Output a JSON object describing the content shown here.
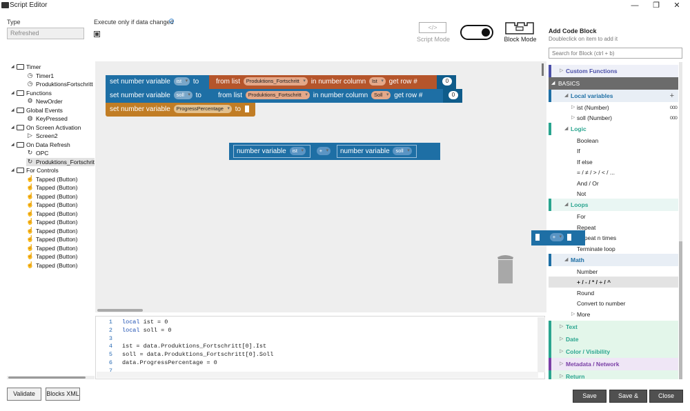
{
  "window": {
    "title": "Script Editor",
    "minimize": "—",
    "restore": "❐",
    "close": "✕"
  },
  "type": {
    "label": "Type",
    "value": "Refreshed"
  },
  "execute": {
    "label": "Execute only if data changed",
    "info_icon": "info-icon",
    "checked": true
  },
  "modes": {
    "script_mode_label": "Script Mode",
    "script_mode_icon": "</>",
    "block_mode_label": "Block Mode",
    "toggle_on": true
  },
  "palette": {
    "title": "Add Code Block",
    "subtitle": "Doubleclick on item to add it",
    "search_placeholder": "Search for Block (ctrl + b)",
    "rows": [
      {
        "label": "Custom Functions",
        "kind": "cat",
        "color": "#4a4fa8",
        "bg": "#eef0f8"
      },
      {
        "label": "BASICS",
        "kind": "section"
      },
      {
        "label": "Local variables",
        "kind": "sub",
        "color": "#1e6fa5",
        "bg": "#e8eef5",
        "add": "+"
      },
      {
        "label": "ist (Number)",
        "kind": "var"
      },
      {
        "label": "soll (Number)",
        "kind": "var"
      },
      {
        "label": "Logic",
        "kind": "sub",
        "color": "#2aa58f",
        "bg": "#ffffff"
      },
      {
        "label": "Boolean",
        "kind": "item"
      },
      {
        "label": "If",
        "kind": "item"
      },
      {
        "label": "If else",
        "kind": "item"
      },
      {
        "label": "= / ≠ / > / < / ...",
        "kind": "item"
      },
      {
        "label": "And / Or",
        "kind": "item"
      },
      {
        "label": "Not",
        "kind": "item"
      },
      {
        "label": "Loops",
        "kind": "sub",
        "color": "#2aa58f",
        "bg": "#e9f6f3"
      },
      {
        "label": "For",
        "kind": "item"
      },
      {
        "label": "Repeat",
        "kind": "item"
      },
      {
        "label": "Repeat n times",
        "kind": "item"
      },
      {
        "label": "Terminate loop",
        "kind": "item"
      },
      {
        "label": "Math",
        "kind": "sub",
        "color": "#1e6fa5",
        "bg": "#e8eef5"
      },
      {
        "label": "Number",
        "kind": "item"
      },
      {
        "label": "+ / - / * / ÷ / ^",
        "kind": "item",
        "selected": true
      },
      {
        "label": "Round",
        "kind": "item"
      },
      {
        "label": "Convert to number",
        "kind": "item"
      },
      {
        "label": "More",
        "kind": "more"
      },
      {
        "label": "Text",
        "kind": "cat",
        "color": "#2aa58f",
        "bg": "#e3f6ea"
      },
      {
        "label": "Date",
        "kind": "cat",
        "color": "#2aa58f",
        "bg": "#e3f6ea"
      },
      {
        "label": "Color / Visibility",
        "kind": "cat",
        "color": "#2aa58f",
        "bg": "#e3f6ea"
      },
      {
        "label": "Metadata / Network",
        "kind": "cat",
        "color": "#7a3fa6",
        "bg": "#efe6f6"
      },
      {
        "label": "Return",
        "kind": "cat",
        "color": "#2aa58f",
        "bg": "#e3f6ea"
      }
    ]
  },
  "tree": [
    {
      "label": "Timer",
      "level": 0,
      "icon": "folder",
      "expand": "◢"
    },
    {
      "label": "Timer1",
      "level": 1,
      "icon": "clock"
    },
    {
      "label": "ProduktionsFortschritt",
      "level": 1,
      "icon": "clock"
    },
    {
      "label": "Functions",
      "level": 0,
      "icon": "folder",
      "expand": "◢"
    },
    {
      "label": "NewOrder",
      "level": 1,
      "icon": "gear"
    },
    {
      "label": "Global Events",
      "level": 0,
      "icon": "folder",
      "expand": "◢"
    },
    {
      "label": "KeyPressed",
      "level": 1,
      "icon": "globe"
    },
    {
      "label": "On Screen Activation",
      "level": 0,
      "icon": "folder",
      "expand": "◢"
    },
    {
      "label": "Screen2",
      "level": 1,
      "icon": "play"
    },
    {
      "label": "On Data Refresh",
      "level": 0,
      "icon": "folder",
      "expand": "◢"
    },
    {
      "label": "OPC",
      "level": 1,
      "icon": "refresh"
    },
    {
      "label": "Produktions_Fortschritt",
      "level": 1,
      "icon": "refresh",
      "selected": true
    },
    {
      "label": "For Controls",
      "level": 0,
      "icon": "folder",
      "expand": "◢"
    },
    {
      "label": "Tapped (Button)",
      "level": 1,
      "icon": "hand"
    },
    {
      "label": "Tapped (Button)",
      "level": 1,
      "icon": "hand"
    },
    {
      "label": "Tapped (Button)",
      "level": 1,
      "icon": "hand"
    },
    {
      "label": "Tapped (Button)",
      "level": 1,
      "icon": "hand"
    },
    {
      "label": "Tapped (Button)",
      "level": 1,
      "icon": "hand"
    },
    {
      "label": "Tapped (Button)",
      "level": 1,
      "icon": "hand"
    },
    {
      "label": "Tapped (Button)",
      "level": 1,
      "icon": "hand"
    },
    {
      "label": "Tapped (Button)",
      "level": 1,
      "icon": "hand"
    },
    {
      "label": "Tapped (Button)",
      "level": 1,
      "icon": "hand"
    },
    {
      "label": "Tapped (Button)",
      "level": 1,
      "icon": "hand"
    },
    {
      "label": "Tapped (Button)",
      "level": 1,
      "icon": "hand"
    }
  ],
  "blocks": {
    "row1": {
      "set": "set number variable",
      "var": "ist",
      "to": "to",
      "from": "from list",
      "list": "Produktions_Fortschritt",
      "col_label": "in number column",
      "col": "Ist",
      "row_label": "get row #",
      "row": "0"
    },
    "row2": {
      "set": "set number variable",
      "var": "soll",
      "to": "to",
      "from": "from list",
      "list": "Produktions_Fortschritt",
      "col_label": "in number column",
      "col": "Soll",
      "row_label": "get row #",
      "row": "0"
    },
    "row3": {
      "set": "set number variable",
      "var": "ProgressPercentage",
      "to": "to"
    },
    "math": {
      "left_label": "number variable",
      "left_var": "ist",
      "op": "+",
      "right_label": "number variable",
      "right_var": "soll"
    },
    "drag": {
      "op": "+"
    }
  },
  "code": [
    {
      "n": "1",
      "text": "local ist = 0"
    },
    {
      "n": "2",
      "text": "local soll = 0"
    },
    {
      "n": "3",
      "text": ""
    },
    {
      "n": "4",
      "text": "ist = data.Produktions_Fortschritt[0].Ist"
    },
    {
      "n": "5",
      "text": "soll = data.Produktions_Fortschritt[0].Soll"
    },
    {
      "n": "6",
      "text": "data.ProgressPercentage = 0"
    },
    {
      "n": "7",
      "text": ""
    }
  ],
  "buttons": {
    "validate": "Validate",
    "blocks_xml": "Blocks XML",
    "save": "Save",
    "save_close": "Save & Close",
    "close": "Close"
  }
}
